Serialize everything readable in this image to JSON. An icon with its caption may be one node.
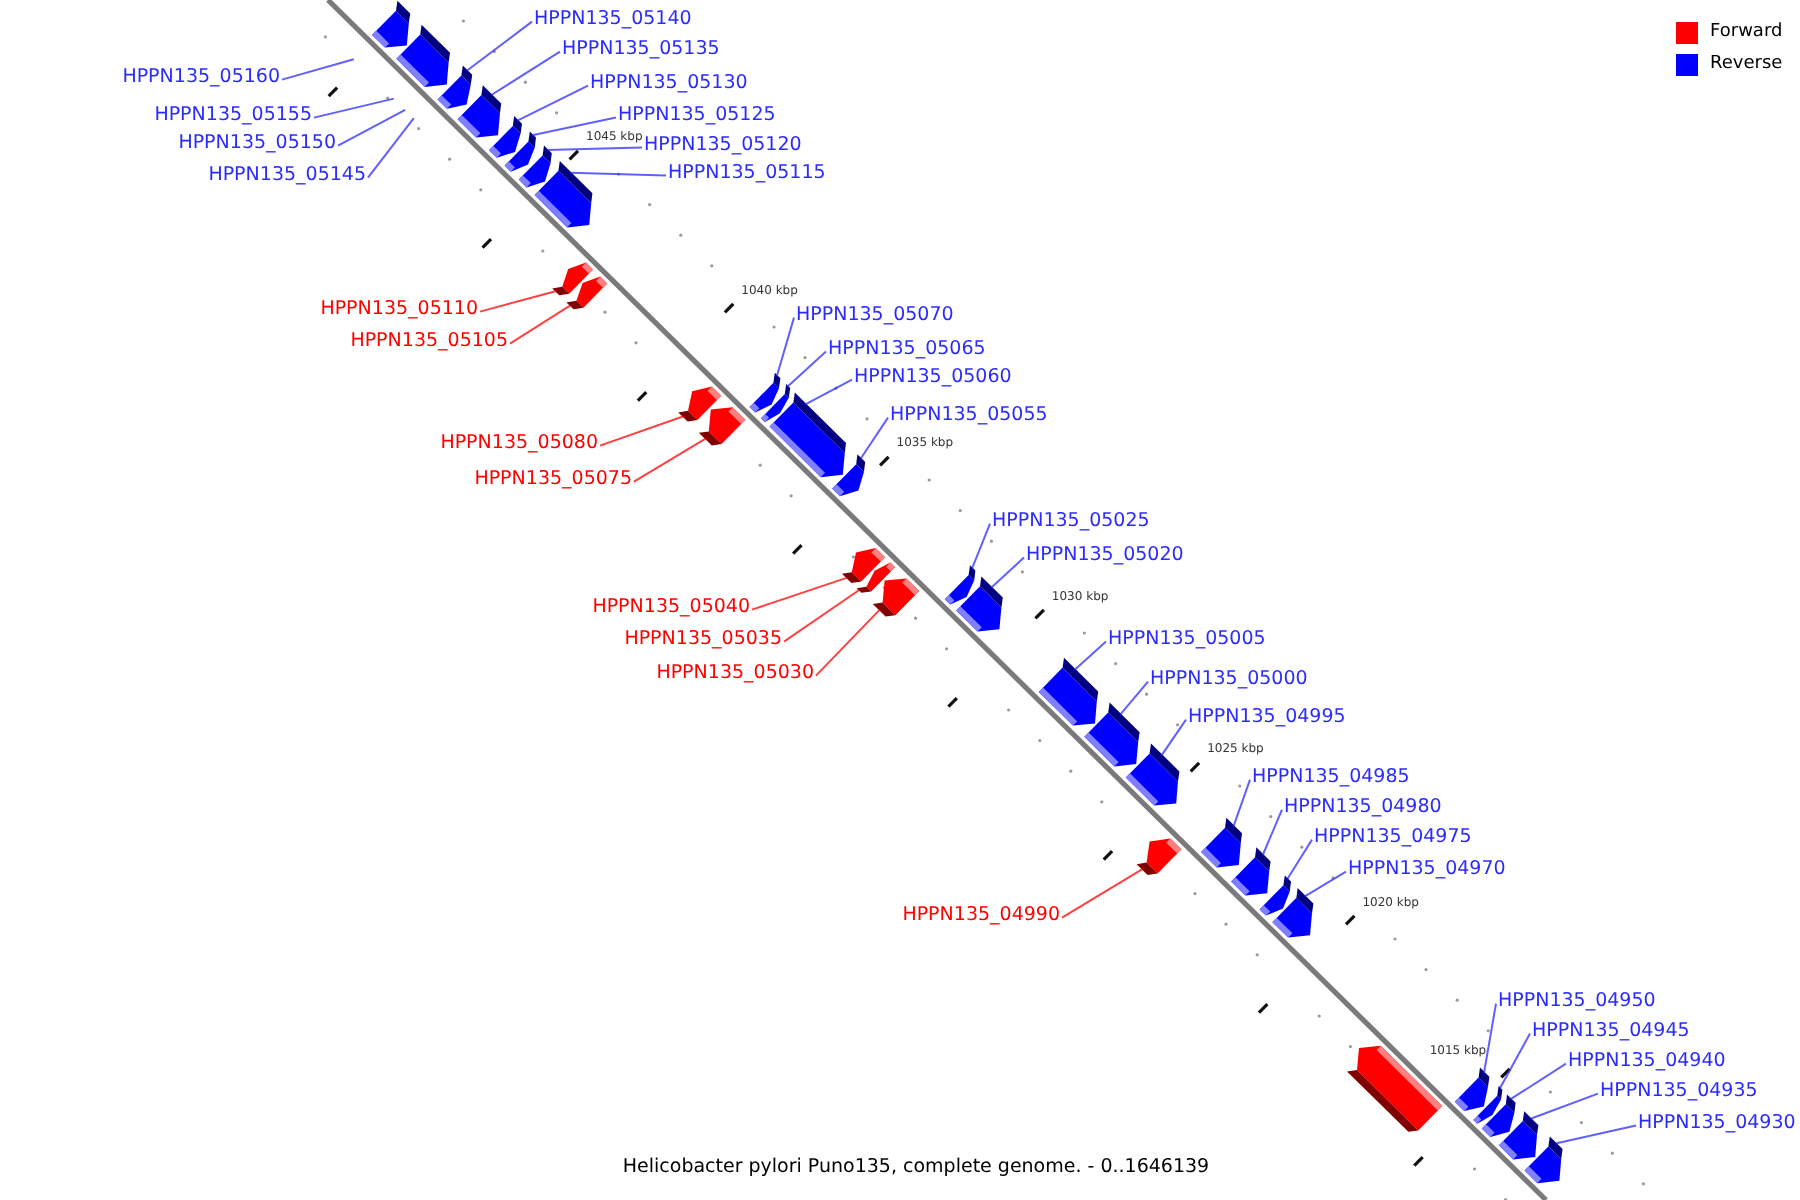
{
  "diagram": {
    "caption": "Helicobacter pylori Puno135, complete genome. - 0..1646139",
    "nodes": [
      {
        "text": [
          "HPPN135_05140"
        ]
      },
      {
        "text": [
          "HPPN135_05135"
        ]
      },
      {
        "text": [
          "HPPN135_05160"
        ]
      },
      {
        "text": [
          "HPPN135_05130"
        ]
      },
      {
        "text": [
          "HPPN135_05155"
        ]
      },
      {
        "text": [
          "HPPN135_05125"
        ]
      },
      {
        "text": [
          "HPPN135_05150"
        ]
      },
      {
        "text": [
          "HPPN135_05120"
        ]
      },
      {
        "text": [
          "HPPN135_05145"
        ]
      },
      {
        "text": [
          "HPPN135_05115"
        ]
      },
      {
        "text": [
          "HPPN135_05110"
        ]
      },
      {
        "text": [
          "HPPN135_05070"
        ]
      },
      {
        "text": [
          "HPPN135_05105"
        ]
      },
      {
        "text": [
          "HPPN135_05065"
        ]
      },
      {
        "text": [
          "HPPN135_05060"
        ]
      },
      {
        "text": [
          "HPPN135_05055"
        ]
      },
      {
        "text": [
          "HPPN135_05080"
        ]
      },
      {
        "text": [
          "HPPN135_05075"
        ]
      },
      {
        "text": [
          "HPPN135_05025"
        ]
      },
      {
        "text": [
          "HPPN135_05020"
        ]
      },
      {
        "text": [
          "HPPN135_05040"
        ]
      },
      {
        "text": [
          "HPPN135_05035"
        ]
      },
      {
        "text": [
          "HPPN135_05005"
        ]
      },
      {
        "text": [
          "HPPN135_05030"
        ]
      },
      {
        "text": [
          "HPPN135_05000"
        ]
      },
      {
        "text": [
          "HPPN135_04995"
        ]
      },
      {
        "text": [
          "HPPN135_04985"
        ]
      },
      {
        "text": [
          "HPPN135_04980"
        ]
      },
      {
        "text": [
          "HPPN135_04975"
        ]
      },
      {
        "text": [
          "HPPN135_04970"
        ]
      },
      {
        "text": [
          "HPPN135_04990"
        ]
      },
      {
        "text": [
          "HPPN135_04950"
        ]
      },
      {
        "text": [
          "HPPN135_04945"
        ]
      },
      {
        "text": [
          "HPPN135_04940"
        ]
      },
      {
        "text": [
          "HPPN135_04935"
        ]
      },
      {
        "text": [
          "HPPN135_04930"
        ]
      },
      {
        "text": [],
        "shape": "box"
      },
      {
        "text": [],
        "shape": "box"
      },
      {
        "text": [],
        "shape": "box"
      },
      {
        "text": [],
        "shape": "box"
      },
      {
        "text": [],
        "shape": "box"
      },
      {
        "text": [],
        "shape": "box"
      },
      {
        "text": [],
        "shape": "box"
      },
      {
        "text": [],
        "shape": "box"
      },
      {
        "text": [],
        "shape": "box"
      },
      {
        "text": [],
        "shape": "box"
      },
      {
        "text": [],
        "shape": "box"
      },
      {
        "text": [],
        "shape": "box"
      },
      {
        "text": [],
        "shape": "box"
      },
      {
        "text": [],
        "shape": "box"
      },
      {
        "text": [],
        "shape": "box"
      },
      {
        "text": [],
        "shape": "box"
      },
      {
        "text": [],
        "shape": "box"
      },
      {
        "text": [],
        "shape": "box"
      },
      {
        "text": [],
        "shape": "box"
      },
      {
        "text": [],
        "shape": "box"
      },
      {
        "text": [],
        "shape": "box"
      },
      {
        "text": [],
        "shape": "box"
      },
      {
        "text": [],
        "shape": "box"
      },
      {
        "text": [],
        "shape": "box"
      },
      {
        "text": [],
        "shape": "box"
      },
      {
        "text": [],
        "shape": "box"
      },
      {
        "text": [],
        "shape": "box"
      },
      {
        "text": [],
        "shape": "box"
      },
      {
        "text": [],
        "shape": "box"
      },
      {
        "text": [],
        "shape": "box"
      },
      {
        "text": [],
        "shape": "box"
      },
      {
        "text": [],
        "shape": "box"
      },
      {
        "text": [],
        "shape": "box"
      },
      {
        "text": [],
        "shape": "box"
      },
      {
        "text": [],
        "shape": "box"
      }
    ],
    "edges": [
      {
        "from": 0,
        "to": 38,
        "arrow": "none"
      },
      {
        "from": 1,
        "to": 39,
        "arrow": "none"
      },
      {
        "from": 2,
        "to": null,
        "arrow": "none"
      },
      {
        "from": 3,
        "to": 40,
        "arrow": "none"
      },
      {
        "from": 4,
        "to": null,
        "arrow": "none"
      },
      {
        "from": 5,
        "to": 41,
        "arrow": "none"
      },
      {
        "from": 6,
        "to": null,
        "arrow": "none"
      },
      {
        "from": 7,
        "to": 42,
        "arrow": "none"
      },
      {
        "from": 8,
        "to": null,
        "arrow": "none"
      },
      {
        "from": 9,
        "to": 43,
        "arrow": "none"
      },
      {
        "from": 10,
        "to": 44,
        "arrow": "none",
        "color": "#ff0000"
      },
      {
        "from": 11,
        "to": 48,
        "arrow": "none"
      },
      {
        "from": 12,
        "to": 45,
        "arrow": "none",
        "color": "#ff0000"
      },
      {
        "from": 13,
        "to": 49,
        "arrow": "none"
      },
      {
        "from": 14,
        "to": 50,
        "arrow": "none"
      },
      {
        "from": 15,
        "to": 51,
        "arrow": "none"
      },
      {
        "from": 16,
        "to": 46,
        "arrow": "none",
        "color": "#ff0000"
      },
      {
        "from": 17,
        "to": 47,
        "arrow": "none",
        "color": "#ff0000"
      },
      {
        "from": 18,
        "to": 55,
        "arrow": "none"
      },
      {
        "from": 19,
        "to": 56,
        "arrow": "none"
      },
      {
        "from": 20,
        "to": 52,
        "arrow": "none",
        "color": "#ff0000"
      },
      {
        "from": 21,
        "to": 53,
        "arrow": "none",
        "color": "#ff0000"
      },
      {
        "from": 22,
        "to": 57,
        "arrow": "none"
      },
      {
        "from": 23,
        "to": 54,
        "arrow": "none",
        "color": "#ff0000"
      },
      {
        "from": 24,
        "to": 58,
        "arrow": "none"
      },
      {
        "from": 25,
        "to": 59,
        "arrow": "none"
      },
      {
        "from": 26,
        "to": 61,
        "arrow": "none"
      },
      {
        "from": 27,
        "to": 62,
        "arrow": "none"
      },
      {
        "from": 28,
        "to": 63,
        "arrow": "none"
      },
      {
        "from": 29,
        "to": 64,
        "arrow": "none"
      },
      {
        "from": 30,
        "to": 60,
        "arrow": "none",
        "color": "#ff0000"
      },
      {
        "from": 31,
        "to": 66,
        "arrow": "none"
      },
      {
        "from": 32,
        "to": 67,
        "arrow": "none"
      },
      {
        "from": 33,
        "to": 68,
        "arrow": "none"
      },
      {
        "from": 34,
        "to": 69,
        "arrow": "none"
      },
      {
        "from": 35,
        "to": 70,
        "arrow": "none"
      }
    ],
    "labels": [
      "1045 kbp",
      "1040 kbp",
      "1035 kbp",
      "1030 kbp",
      "1025 kbp",
      "1020 kbp",
      "1015 kbp"
    ],
    "legend": [
      {
        "text": "Forward",
        "color": "#ff0000"
      },
      {
        "text": "Reverse",
        "color": "#0000ff"
      }
    ]
  }
}
